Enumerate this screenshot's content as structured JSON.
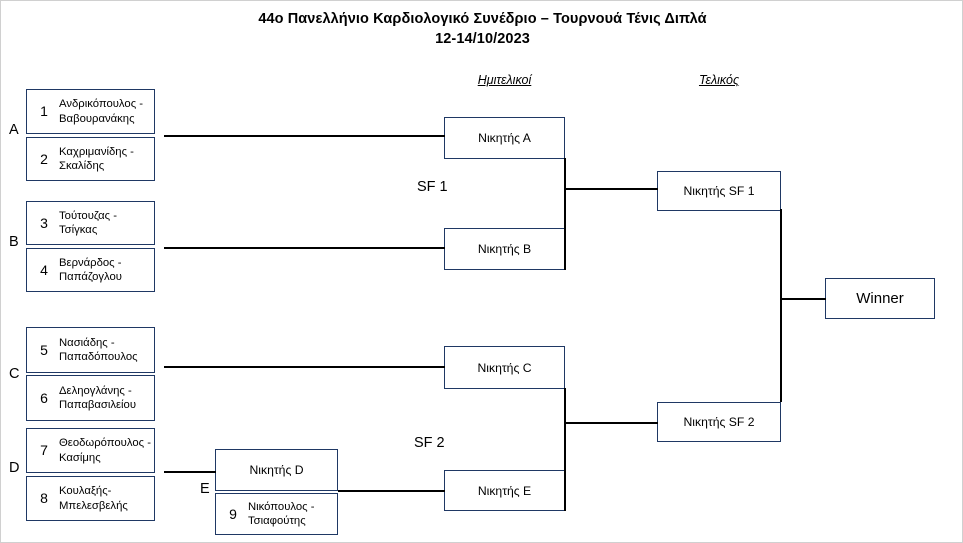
{
  "title": {
    "line1": "44ο Πανελλήνιο Καρδιολογικό Συνέδριο – Τουρνουά Τένις Διπλά",
    "line2": "12-14/10/2023"
  },
  "round_headers": {
    "semifinals": "Ημιτελικοί",
    "final": "Τελικός"
  },
  "colors": {
    "box_border": "#1f3864",
    "connector": "#000000",
    "page_frame": "#d0d0d0",
    "background": "#ffffff"
  },
  "groups": [
    {
      "letter": "A"
    },
    {
      "letter": "B"
    },
    {
      "letter": "C"
    },
    {
      "letter": "D"
    },
    {
      "letter": "E"
    }
  ],
  "seeds": [
    {
      "number": "1",
      "name": "Ανδρικόπουλος - Βαβουρανάκης"
    },
    {
      "number": "2",
      "name": "Καχριμανίδης - Σκαλίδης"
    },
    {
      "number": "3",
      "name": "Τούτουζας - Τσίγκας"
    },
    {
      "number": "4",
      "name": "Βερνάρδος - Παπάζογλου"
    },
    {
      "number": "5",
      "name": "Νασιάδης - Παπαδόπουλος"
    },
    {
      "number": "6",
      "name": "Δεληογλάνης - Παπαβασιλείου"
    },
    {
      "number": "7",
      "name": "Θεοδωρόπουλος - Κασίμης"
    },
    {
      "number": "8",
      "name": "Κουλαξής- Μπελεσβελής"
    },
    {
      "number": "9",
      "name": "Νικόπουλος - Τσιαφούτης"
    }
  ],
  "quarterfinal_results": [
    {
      "label": "Νικητής D"
    }
  ],
  "semifinal_slots": [
    {
      "label": "Νικητής Α"
    },
    {
      "label": "Νικητής Β"
    },
    {
      "label": "Νικητής C"
    },
    {
      "label": "Νικητής E"
    }
  ],
  "semifinal_labels": [
    {
      "label": "SF 1"
    },
    {
      "label": "SF 2"
    }
  ],
  "final_slots": [
    {
      "label": "Νικητής SF 1"
    },
    {
      "label": "Νικητής SF 2"
    }
  ],
  "champion": {
    "label": "Winner"
  }
}
